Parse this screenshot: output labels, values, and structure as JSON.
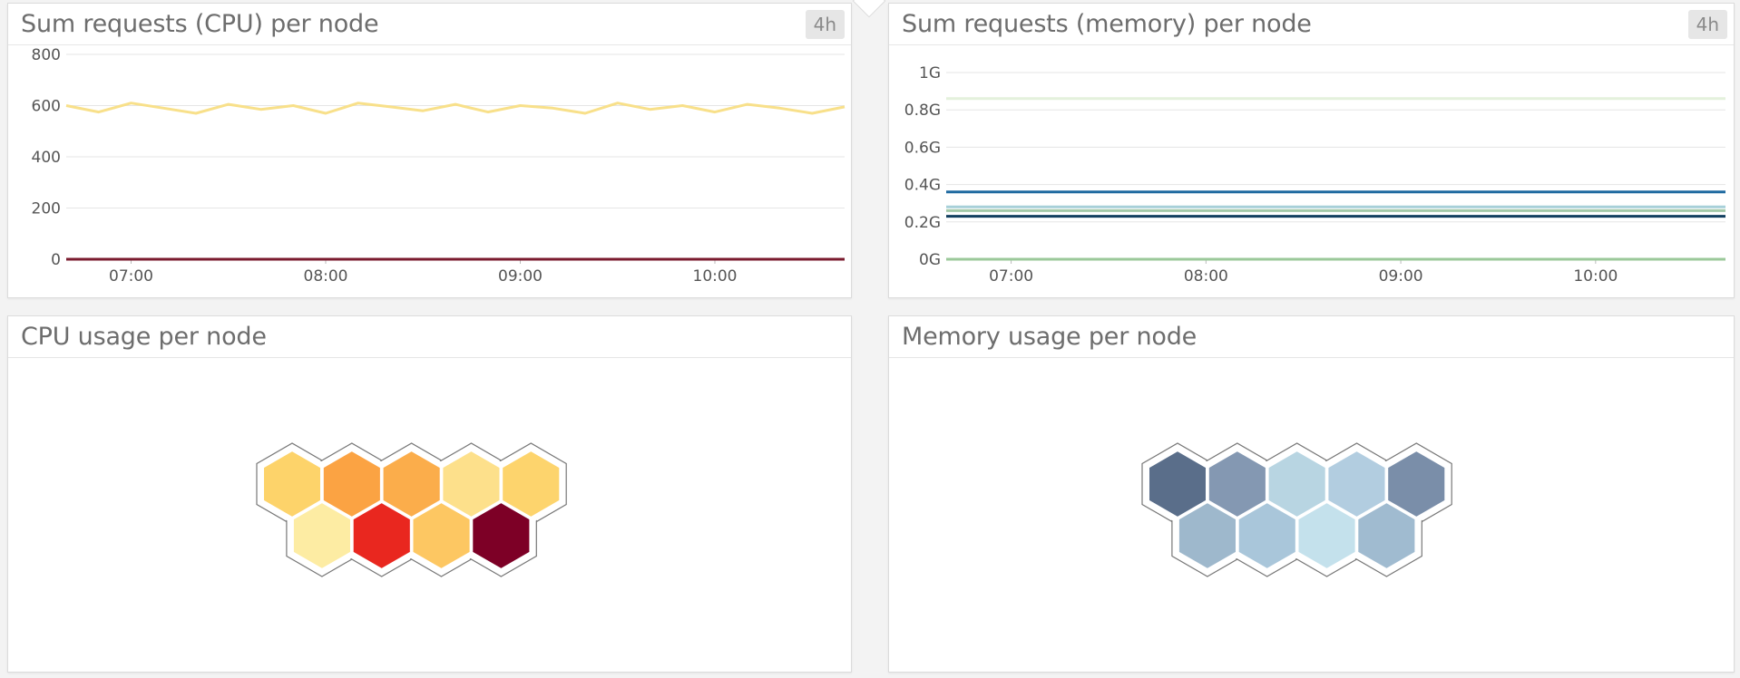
{
  "widgets": {
    "cpu_requests": {
      "title": "Sum requests (CPU) per node",
      "timeframe": "4h"
    },
    "memory_requests": {
      "title": "Sum requests (memory) per node",
      "timeframe": "4h"
    },
    "cpu_usage": {
      "title": "CPU usage per node"
    },
    "memory_usage": {
      "title": "Memory usage per node"
    }
  },
  "chart_data": [
    {
      "type": "line",
      "title": "Sum requests (CPU) per node",
      "x_ticks": [
        "07:00",
        "08:00",
        "09:00",
        "10:00"
      ],
      "y_ticks": [
        "0",
        "200",
        "400",
        "600",
        "800"
      ],
      "xlim": [
        "06:40",
        "10:40"
      ],
      "ylim": [
        0,
        800
      ],
      "grid": true,
      "series": [
        {
          "color": "#f8e08a",
          "x": [
            "06:40",
            "06:50",
            "07:00",
            "07:10",
            "07:20",
            "07:30",
            "07:40",
            "07:50",
            "08:00",
            "08:10",
            "08:20",
            "08:30",
            "08:40",
            "08:50",
            "09:00",
            "09:10",
            "09:20",
            "09:30",
            "09:40",
            "09:50",
            "10:00",
            "10:10",
            "10:20",
            "10:30",
            "10:40"
          ],
          "values": [
            600,
            575,
            610,
            590,
            570,
            605,
            585,
            600,
            570,
            610,
            595,
            580,
            605,
            575,
            600,
            590,
            570,
            610,
            585,
            600,
            575,
            605,
            590,
            570,
            595
          ]
        },
        {
          "color": "#7a1b2e",
          "x": [
            "06:40",
            "10:40"
          ],
          "values": [
            0,
            0
          ]
        }
      ]
    },
    {
      "type": "line",
      "title": "Sum requests (memory) per node",
      "x_ticks": [
        "07:00",
        "08:00",
        "09:00",
        "10:00"
      ],
      "y_ticks": [
        "0G",
        "0.2G",
        "0.4G",
        "0.6G",
        "0.8G",
        "1G"
      ],
      "xlim": [
        "06:40",
        "10:40"
      ],
      "ylim": [
        0,
        1.0
      ],
      "grid": true,
      "series": [
        {
          "color": "#e4f1dc",
          "x": [
            "06:40",
            "10:40"
          ],
          "values": [
            0.86,
            0.86
          ]
        },
        {
          "color": "#1f6aa0",
          "x": [
            "06:40",
            "10:40"
          ],
          "values": [
            0.36,
            0.36
          ]
        },
        {
          "color": "#a7d0d9",
          "x": [
            "06:40",
            "10:40"
          ],
          "values": [
            0.28,
            0.28
          ]
        },
        {
          "color": "#a3c9a8",
          "x": [
            "06:40",
            "10:40"
          ],
          "values": [
            0.26,
            0.26
          ]
        },
        {
          "color": "#123f5f",
          "x": [
            "06:40",
            "10:40"
          ],
          "values": [
            0.23,
            0.23
          ]
        },
        {
          "color": "#9bc89a",
          "x": [
            "06:40",
            "10:40"
          ],
          "values": [
            0.0,
            0.0
          ]
        }
      ]
    },
    {
      "type": "heatmap",
      "title": "CPU usage per node",
      "cells": [
        {
          "color": "#fdd36a"
        },
        {
          "color": "#fba343"
        },
        {
          "color": "#fbad4b"
        },
        {
          "color": "#fde08b"
        },
        {
          "color": "#fdd46d"
        },
        {
          "color": "#fdeca3"
        },
        {
          "color": "#e9271f"
        },
        {
          "color": "#fdc762"
        },
        {
          "color": "#7d0026"
        }
      ]
    },
    {
      "type": "heatmap",
      "title": "Memory usage per node",
      "cells": [
        {
          "color": "#5a6e8a"
        },
        {
          "color": "#8498b2"
        },
        {
          "color": "#b8d5e2"
        },
        {
          "color": "#b2cde0"
        },
        {
          "color": "#7a8ea9"
        },
        {
          "color": "#9eb8cc"
        },
        {
          "color": "#a9c6da"
        },
        {
          "color": "#c4e1ec"
        },
        {
          "color": "#a0bbd0"
        }
      ]
    }
  ]
}
